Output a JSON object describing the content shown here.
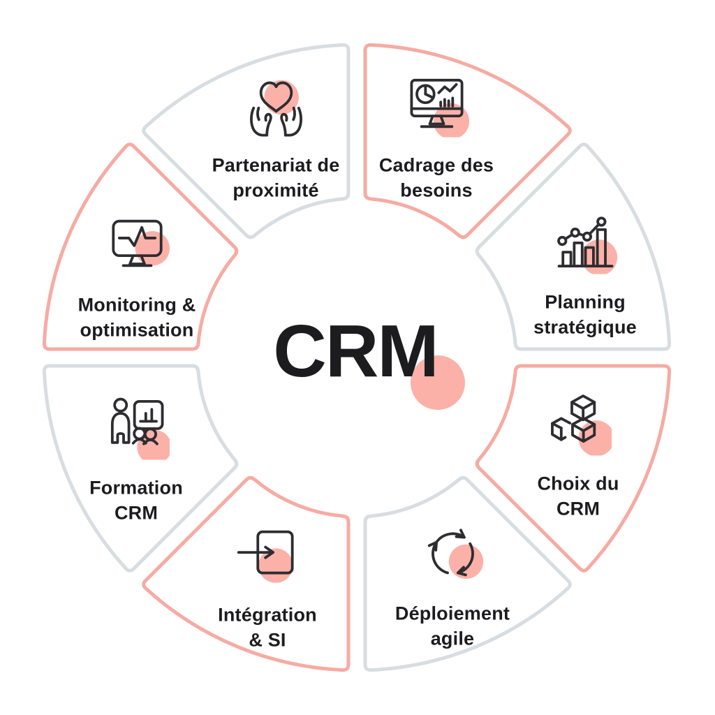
{
  "center": {
    "title": "CRM"
  },
  "colors": {
    "salmon_border": "#f6aba3",
    "gray_border": "#d7dde1",
    "accent_pink": "#fcb1a8",
    "text_dark": "#1c1c1f",
    "icon_ink": "#2d2d31",
    "background": "#ffffff"
  },
  "segments": [
    {
      "id": "cadrage-des-besoins",
      "label": "Cadrage des besoins",
      "line1": "Cadrage des",
      "line2": "besoins",
      "border": "salmon",
      "icon": "monitor-analytics-icon"
    },
    {
      "id": "planning-strategique",
      "label": "Planning stratégique",
      "line1": "Planning",
      "line2": "stratégique",
      "border": "gray",
      "icon": "bar-chart-trend-icon"
    },
    {
      "id": "choix-du-crm",
      "label": "Choix du CRM",
      "line1": "Choix du",
      "line2": "CRM",
      "border": "salmon",
      "icon": "cubes-icon"
    },
    {
      "id": "deploiement-agile",
      "label": "Déploiement agile",
      "line1": "Déploiement",
      "line2": "agile",
      "border": "gray",
      "icon": "cycle-arrows-icon"
    },
    {
      "id": "integration-si",
      "label": "Intégration & SI",
      "line1": "Intégration",
      "line2": "& SI",
      "border": "salmon",
      "icon": "import-arrow-icon"
    },
    {
      "id": "formation-crm",
      "label": "Formation CRM",
      "line1": "Formation",
      "line2": "CRM",
      "border": "gray",
      "icon": "training-presentation-icon"
    },
    {
      "id": "monitoring-optimisation",
      "label": "Monitoring & optimisation",
      "line1": "Monitoring &",
      "line2": "optimisation",
      "border": "salmon",
      "icon": "monitor-pulse-icon"
    },
    {
      "id": "partenariat-de-proximite",
      "label": "Partenariat de proximité",
      "line1": "Partenariat de",
      "line2": "proximité",
      "border": "gray",
      "icon": "heart-hands-icon"
    }
  ]
}
